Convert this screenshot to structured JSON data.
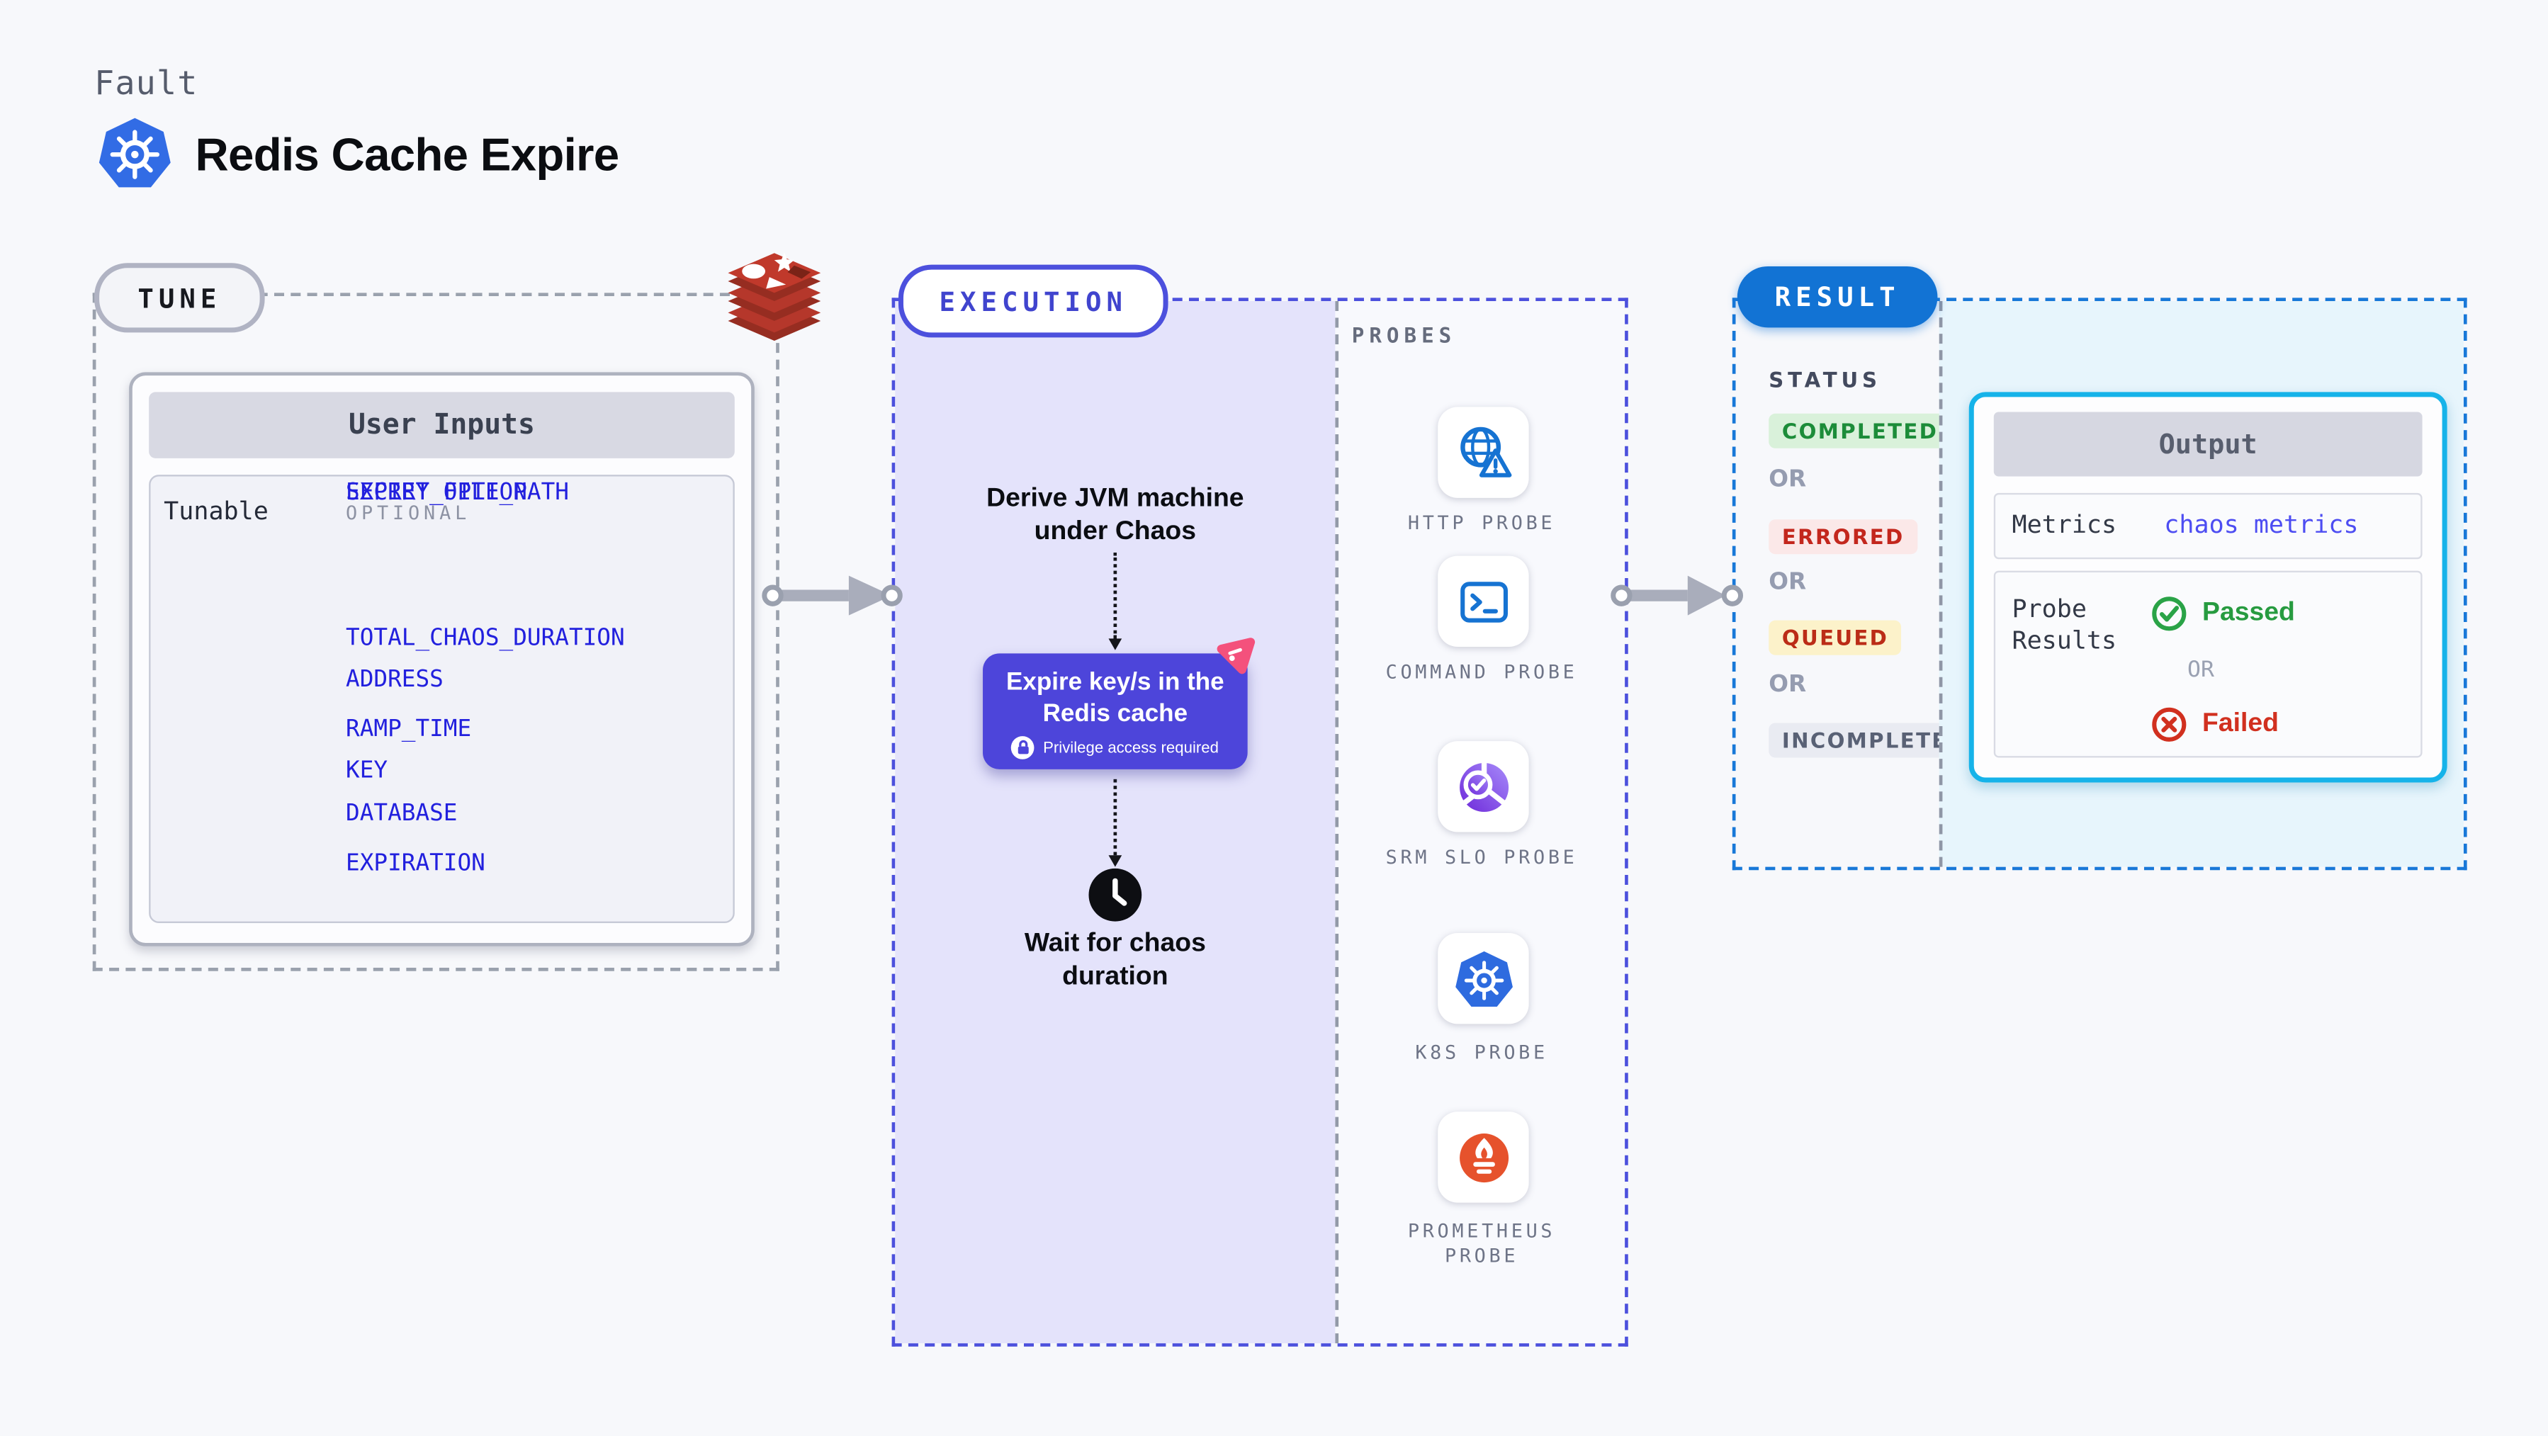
{
  "page": {
    "kicker": "Fault",
    "title": "Redis Cache Expire"
  },
  "tune": {
    "badge": "TUNE",
    "user_inputs": {
      "title": "User Inputs",
      "row_label": "Tunable",
      "group_label": "OPTIONAL",
      "items": [
        "TOTAL_CHAOS_DURATION",
        "ADDRESS",
        "RAMP_TIME",
        "KEY",
        "DATABASE",
        "EXPIRATION",
        "EXPIRY_OPTION",
        "SECRET_FILE_PATH"
      ]
    }
  },
  "execution": {
    "badge": "EXECUTION",
    "derive_step": "Derive JVM machine under Chaos",
    "chaos_node": {
      "title": "Expire key/s in the Redis cache",
      "note": "Privilege access required"
    },
    "wait_step": "Wait for chaos duration",
    "probes": {
      "label": "PROBES",
      "items": [
        {
          "name": "HTTP PROBE",
          "icon": "globe-warning-icon"
        },
        {
          "name": "COMMAND PROBE",
          "icon": "terminal-icon"
        },
        {
          "name": "SRM SLO PROBE",
          "icon": "slo-gauge-icon"
        },
        {
          "name": "K8S PROBE",
          "icon": "kubernetes-icon"
        },
        {
          "name": "PROMETHEUS PROBE",
          "icon": "prometheus-icon"
        }
      ]
    }
  },
  "result": {
    "badge": "RESULT",
    "status": {
      "label": "STATUS",
      "separator": "OR",
      "badges": [
        {
          "text": "COMPLETED",
          "fg": "#1c8c39",
          "bg": "#d9f1da"
        },
        {
          "text": "ERRORED",
          "fg": "#c3271d",
          "bg": "#fbe8e8"
        },
        {
          "text": "QUEUED",
          "fg": "#bb2c17",
          "bg": "#fcf2ca"
        },
        {
          "text": "INCOMPLETED",
          "fg": "#596175",
          "bg": "#e9ebf2"
        }
      ]
    },
    "output": {
      "title": "Output",
      "metrics_label": "Metrics",
      "metrics_value": "chaos metrics",
      "probe_results_label": "Probe Results",
      "passed": "Passed",
      "separator": "OR",
      "failed": "Failed"
    }
  },
  "colors": {
    "accent_indigo": "#4c50dd",
    "accent_blue": "#1273d4",
    "accent_cyan": "#16b3e9",
    "node_purple": "#4d45da",
    "env_link_blue": "#2220de",
    "passed_green": "#279b40",
    "failed_red": "#d1301f",
    "probe_icon_blue": "#1673d2",
    "prometheus_orange": "#e6522c",
    "kubernetes_blue": "#326ce5",
    "redis_red": "#b5372b",
    "pink_badge": "#f4517c"
  }
}
